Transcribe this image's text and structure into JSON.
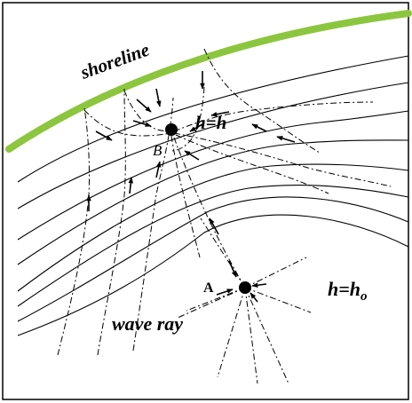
{
  "labels": {
    "shoreline": "shoreline",
    "h_near_main": "h=h",
    "point_b": "B",
    "point_a": "A",
    "h_far_main": "h=h",
    "h_far_sub": "o",
    "wave_ray": "wave ray"
  },
  "colors": {
    "shoreline": "#8cc63f",
    "ink": "#000000",
    "frame": "#000000",
    "background": "#ffffff"
  }
}
